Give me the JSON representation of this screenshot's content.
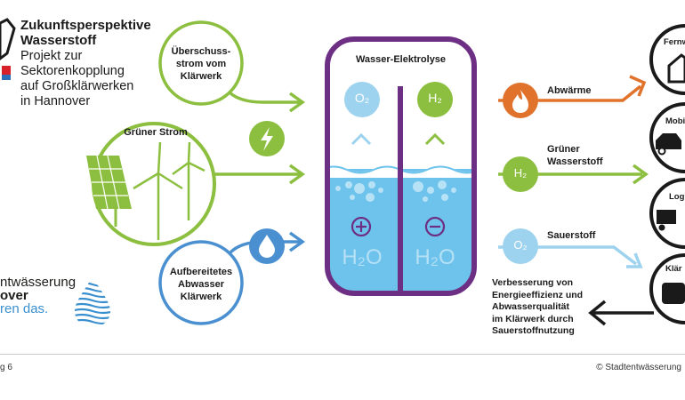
{
  "title": "Zukunftsperspektive\nWasserstoff",
  "subtitle": "Projekt zur\nSektorenkopplung\nauf Großklärwerken\nin Hannover",
  "logo": {
    "line1": "ntwässerung",
    "line2": "over",
    "line3": "ren das."
  },
  "inputs": {
    "surplus": "Überschuss-\nstrom vom\nKlärwerk",
    "green_power": "Grüner Strom",
    "water": "Aufbereitetes\nAbwasser\nKlärwerk"
  },
  "electrolysis": {
    "title": "Wasser-Elektrolyse",
    "o2": "O₂",
    "h2": "H₂",
    "plus": "+",
    "minus": "−",
    "h2o_left": "H₂O",
    "h2o_right": "H₂O"
  },
  "outputs": {
    "waste_heat": "Abwärme",
    "green_h2": "Grüner\nWasserstoff",
    "oxygen": "Sauerstoff",
    "h2_badge": "H₂",
    "o2_badge": "O₂",
    "improvement": "Verbesserung von\nEnergieeffizienz und\nAbwasserqualität\nim Klärwerk durch\nSauerstoffnutzung"
  },
  "targets": [
    "Fernw",
    "Mobi",
    "Logi",
    "Klär"
  ],
  "footer": {
    "left": "g 6",
    "right": "© Stadtentwässerung"
  },
  "colors": {
    "green": "#8cbf3f",
    "blue": "#4a90d0",
    "light_blue": "#9dd3ee",
    "purple": "#6d2f83",
    "orange": "#e0722b",
    "water": "#6ec3ec"
  }
}
